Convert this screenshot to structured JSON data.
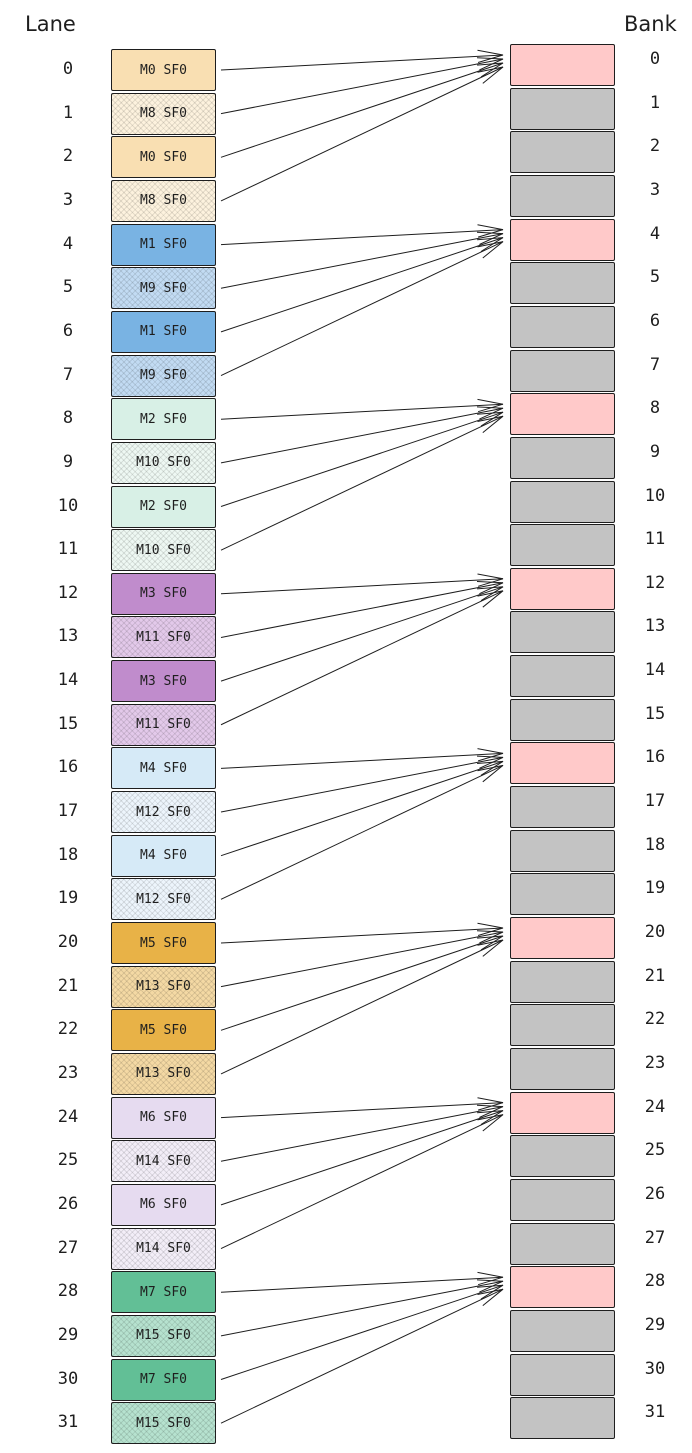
{
  "headers": {
    "lane": "Lane",
    "bank": "Bank"
  },
  "colors": {
    "highlight_bank": "#ffc9c9",
    "normal_bank": "#c3c3c3",
    "stroke": "#1e1e1e"
  },
  "lanes": [
    {
      "lane": "0",
      "label": "M0 SF0",
      "color": "#f9dfb2",
      "hatched": false,
      "target_bank": 0
    },
    {
      "lane": "1",
      "label": "M8 SF0",
      "color": "#fdf2de",
      "hatched": true,
      "target_bank": 0
    },
    {
      "lane": "2",
      "label": "M0 SF0",
      "color": "#f9dfb2",
      "hatched": false,
      "target_bank": 0
    },
    {
      "lane": "3",
      "label": "M8 SF0",
      "color": "#fdf2de",
      "hatched": true,
      "target_bank": 0
    },
    {
      "lane": "4",
      "label": "M1 SF0",
      "color": "#79b3e3",
      "hatched": false,
      "target_bank": 4
    },
    {
      "lane": "5",
      "label": "M9 SF0",
      "color": "#c2dbf3",
      "hatched": true,
      "target_bank": 4
    },
    {
      "lane": "6",
      "label": "M1 SF0",
      "color": "#79b3e3",
      "hatched": false,
      "target_bank": 4
    },
    {
      "lane": "7",
      "label": "M9 SF0",
      "color": "#c2dbf3",
      "hatched": true,
      "target_bank": 4
    },
    {
      "lane": "8",
      "label": "M2 SF0",
      "color": "#d8f0e6",
      "hatched": false,
      "target_bank": 8
    },
    {
      "lane": "9",
      "label": "M10 SF0",
      "color": "#eef8f3",
      "hatched": true,
      "target_bank": 8
    },
    {
      "lane": "10",
      "label": "M2 SF0",
      "color": "#d8f0e6",
      "hatched": false,
      "target_bank": 8
    },
    {
      "lane": "11",
      "label": "M10 SF0",
      "color": "#eef8f3",
      "hatched": true,
      "target_bank": 8
    },
    {
      "lane": "12",
      "label": "M3 SF0",
      "color": "#c08ccc",
      "hatched": false,
      "target_bank": 12
    },
    {
      "lane": "13",
      "label": "M11 SF0",
      "color": "#e3c9ea",
      "hatched": true,
      "target_bank": 12
    },
    {
      "lane": "14",
      "label": "M3 SF0",
      "color": "#c08ccc",
      "hatched": false,
      "target_bank": 12
    },
    {
      "lane": "15",
      "label": "M11 SF0",
      "color": "#e3c9ea",
      "hatched": true,
      "target_bank": 12
    },
    {
      "lane": "16",
      "label": "M4 SF0",
      "color": "#d6eaf7",
      "hatched": false,
      "target_bank": 16
    },
    {
      "lane": "17",
      "label": "M12 SF0",
      "color": "#edf5fc",
      "hatched": true,
      "target_bank": 16
    },
    {
      "lane": "18",
      "label": "M4 SF0",
      "color": "#d6eaf7",
      "hatched": false,
      "target_bank": 16
    },
    {
      "lane": "19",
      "label": "M12 SF0",
      "color": "#edf5fc",
      "hatched": true,
      "target_bank": 16
    },
    {
      "lane": "20",
      "label": "M5 SF0",
      "color": "#e8b247",
      "hatched": false,
      "target_bank": 20
    },
    {
      "lane": "21",
      "label": "M13 SF0",
      "color": "#f4d9a4",
      "hatched": true,
      "target_bank": 20
    },
    {
      "lane": "22",
      "label": "M5 SF0",
      "color": "#e8b247",
      "hatched": false,
      "target_bank": 20
    },
    {
      "lane": "23",
      "label": "M13 SF0",
      "color": "#f4d9a4",
      "hatched": true,
      "target_bank": 20
    },
    {
      "lane": "24",
      "label": "M6 SF0",
      "color": "#e6dbf0",
      "hatched": false,
      "target_bank": 24
    },
    {
      "lane": "25",
      "label": "M14 SF0",
      "color": "#f3eef8",
      "hatched": true,
      "target_bank": 24
    },
    {
      "lane": "26",
      "label": "M6 SF0",
      "color": "#e6dbf0",
      "hatched": false,
      "target_bank": 24
    },
    {
      "lane": "27",
      "label": "M14 SF0",
      "color": "#f3eef8",
      "hatched": true,
      "target_bank": 24
    },
    {
      "lane": "28",
      "label": "M7 SF0",
      "color": "#62bf96",
      "hatched": false,
      "target_bank": 28
    },
    {
      "lane": "29",
      "label": "M15 SF0",
      "color": "#b6e2cf",
      "hatched": true,
      "target_bank": 28
    },
    {
      "lane": "30",
      "label": "M7 SF0",
      "color": "#62bf96",
      "hatched": false,
      "target_bank": 28
    },
    {
      "lane": "31",
      "label": "M15 SF0",
      "color": "#b6e2cf",
      "hatched": true,
      "target_bank": 28
    }
  ],
  "banks": [
    {
      "bank": "0",
      "highlighted": true
    },
    {
      "bank": "1",
      "highlighted": false
    },
    {
      "bank": "2",
      "highlighted": false
    },
    {
      "bank": "3",
      "highlighted": false
    },
    {
      "bank": "4",
      "highlighted": true
    },
    {
      "bank": "5",
      "highlighted": false
    },
    {
      "bank": "6",
      "highlighted": false
    },
    {
      "bank": "7",
      "highlighted": false
    },
    {
      "bank": "8",
      "highlighted": true
    },
    {
      "bank": "9",
      "highlighted": false
    },
    {
      "bank": "10",
      "highlighted": false
    },
    {
      "bank": "11",
      "highlighted": false
    },
    {
      "bank": "12",
      "highlighted": true
    },
    {
      "bank": "13",
      "highlighted": false
    },
    {
      "bank": "14",
      "highlighted": false
    },
    {
      "bank": "15",
      "highlighted": false
    },
    {
      "bank": "16",
      "highlighted": true
    },
    {
      "bank": "17",
      "highlighted": false
    },
    {
      "bank": "18",
      "highlighted": false
    },
    {
      "bank": "19",
      "highlighted": false
    },
    {
      "bank": "20",
      "highlighted": true
    },
    {
      "bank": "21",
      "highlighted": false
    },
    {
      "bank": "22",
      "highlighted": false
    },
    {
      "bank": "23",
      "highlighted": false
    },
    {
      "bank": "24",
      "highlighted": true
    },
    {
      "bank": "25",
      "highlighted": false
    },
    {
      "bank": "26",
      "highlighted": false
    },
    {
      "bank": "27",
      "highlighted": false
    },
    {
      "bank": "28",
      "highlighted": true
    },
    {
      "bank": "29",
      "highlighted": false
    },
    {
      "bank": "30",
      "highlighted": false
    },
    {
      "bank": "31",
      "highlighted": false
    }
  ]
}
